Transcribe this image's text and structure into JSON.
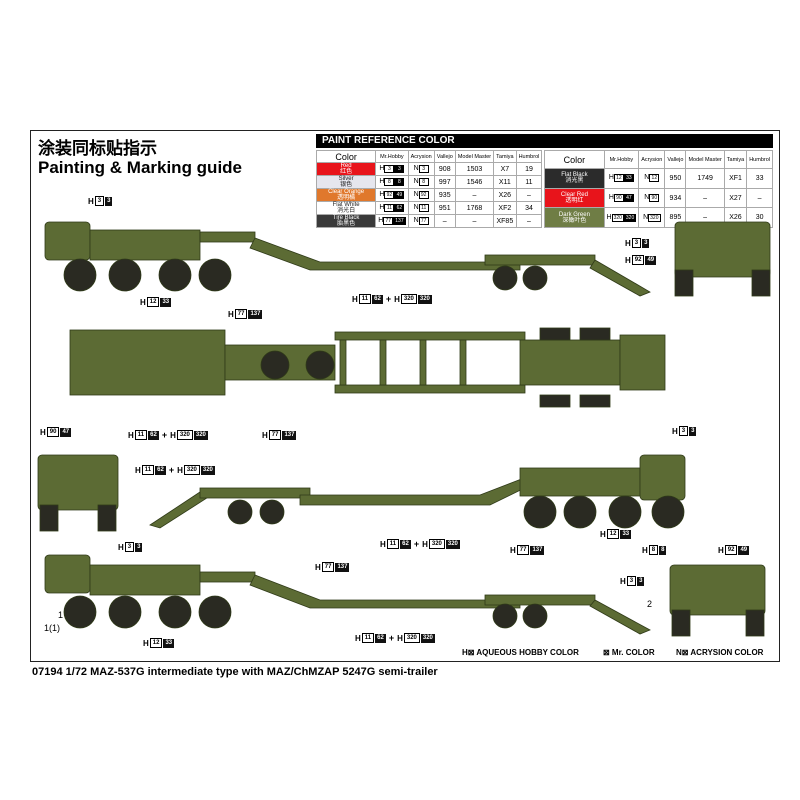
{
  "title_cn": "涂装同标贴指示",
  "title_en": "Painting & Marking guide",
  "paint_table": {
    "title": "PAINT  REFERENCE COLOR",
    "headers": [
      "Color",
      "Mr.Hobby",
      "Acrysion",
      "Vallejo",
      "Model Master",
      "Tamiya",
      "Humbrol"
    ],
    "left": [
      {
        "en": "Red",
        "cn": "红色",
        "bg": "#e8141b",
        "h": [
          "3",
          "3"
        ],
        "n": "3",
        "vallejo": "908",
        "mm": "1503",
        "tamiya": "X7",
        "humbrol": "19"
      },
      {
        "en": "Silver",
        "cn": "银色",
        "bg": "#e6e6ee",
        "h": [
          "8",
          "8"
        ],
        "n": "8",
        "vallejo": "997",
        "mm": "1546",
        "tamiya": "X11",
        "humbrol": "11"
      },
      {
        "en": "Clear Orange",
        "cn": "透明橘",
        "bg": "#e0782c",
        "h": [
          "92",
          "49"
        ],
        "n": "92",
        "vallejo": "935",
        "mm": "–",
        "tamiya": "X26",
        "humbrol": "–"
      },
      {
        "en": "Flat White",
        "cn": "消光白",
        "bg": "#ffffff",
        "h": [
          "11",
          "62"
        ],
        "n": "11",
        "vallejo": "951",
        "mm": "1768",
        "tamiya": "XF2",
        "humbrol": "34"
      },
      {
        "en": "Tire Black",
        "cn": "胎黑色",
        "bg": "#3a3a3a",
        "h": [
          "77",
          "137"
        ],
        "n": "77",
        "vallejo": "–",
        "mm": "–",
        "tamiya": "XF85",
        "humbrol": "–"
      }
    ],
    "right": [
      {
        "en": "Flat Black",
        "cn": "消光黑",
        "bg": "#2b2b2b",
        "h": [
          "12",
          "33"
        ],
        "n": "12",
        "vallejo": "950",
        "mm": "1749",
        "tamiya": "XF1",
        "humbrol": "33"
      },
      {
        "en": "Clear Red",
        "cn": "透明红",
        "bg": "#e8141b",
        "h": [
          "90",
          "47"
        ],
        "n": "90",
        "vallejo": "934",
        "mm": "–",
        "tamiya": "X27",
        "humbrol": "–"
      },
      {
        "en": "Dark Green",
        "cn": "深橄叶色",
        "bg": "#6f7d45",
        "h": [
          "320",
          "320"
        ],
        "n": "320",
        "vallejo": "895",
        "mm": "–",
        "tamiya": "X26",
        "humbrol": "30"
      }
    ]
  },
  "callouts": [
    {
      "parts": [
        [
          "3",
          "3"
        ]
      ]
    },
    {
      "parts": [
        [
          "12",
          "33"
        ]
      ]
    },
    {
      "parts": [
        [
          "77",
          "137"
        ]
      ]
    },
    {
      "parts": [
        [
          "11",
          "62"
        ],
        [
          "320",
          "320"
        ]
      ]
    },
    {
      "parts": [
        [
          "3",
          "3"
        ]
      ]
    },
    {
      "parts": [
        [
          "92",
          "49"
        ]
      ]
    },
    {
      "parts": [
        [
          "11",
          "62"
        ],
        [
          "320",
          "320"
        ]
      ]
    },
    {
      "parts": [
        [
          "77",
          "137"
        ]
      ]
    },
    {
      "parts": [
        [
          "90",
          "47"
        ]
      ]
    },
    {
      "parts": [
        [
          "11",
          "62"
        ],
        [
          "320",
          "320"
        ]
      ]
    },
    {
      "parts": [
        [
          "3",
          "3"
        ]
      ]
    },
    {
      "parts": [
        [
          "11",
          "62"
        ],
        [
          "320",
          "320"
        ]
      ]
    },
    {
      "parts": [
        [
          "77",
          "137"
        ]
      ]
    },
    {
      "parts": [
        [
          "12",
          "33"
        ]
      ]
    },
    {
      "parts": [
        [
          "3",
          "3"
        ]
      ]
    },
    {
      "parts": [
        [
          "77",
          "137"
        ]
      ]
    },
    {
      "parts": [
        [
          "12",
          "33"
        ]
      ]
    },
    {
      "parts": [
        [
          "11",
          "62"
        ],
        [
          "320",
          "320"
        ]
      ]
    },
    {
      "parts": [
        [
          "8",
          "8"
        ]
      ]
    },
    {
      "parts": [
        [
          "92",
          "49"
        ]
      ]
    },
    {
      "parts": [
        [
          "3",
          "3"
        ]
      ]
    }
  ],
  "h_prefix": "H",
  "n_prefix": "N",
  "plus": "+",
  "decal_labels": {
    "a": "1(1)",
    "b": "1",
    "c": "2"
  },
  "legend": {
    "aqueous": "H⊠ AQUEOUS HOBBY COLOR",
    "mr": "⊠ Mr. COLOR",
    "acrysion": "N⊠ ACRYSION COLOR"
  },
  "caption": "07194 1/72 MAZ-537G intermediate type with MAZ/ChMZAP 5247G semi-trailer",
  "colors": {
    "vehicle_green": "#5c6b34",
    "tire": "#2a2a22"
  }
}
